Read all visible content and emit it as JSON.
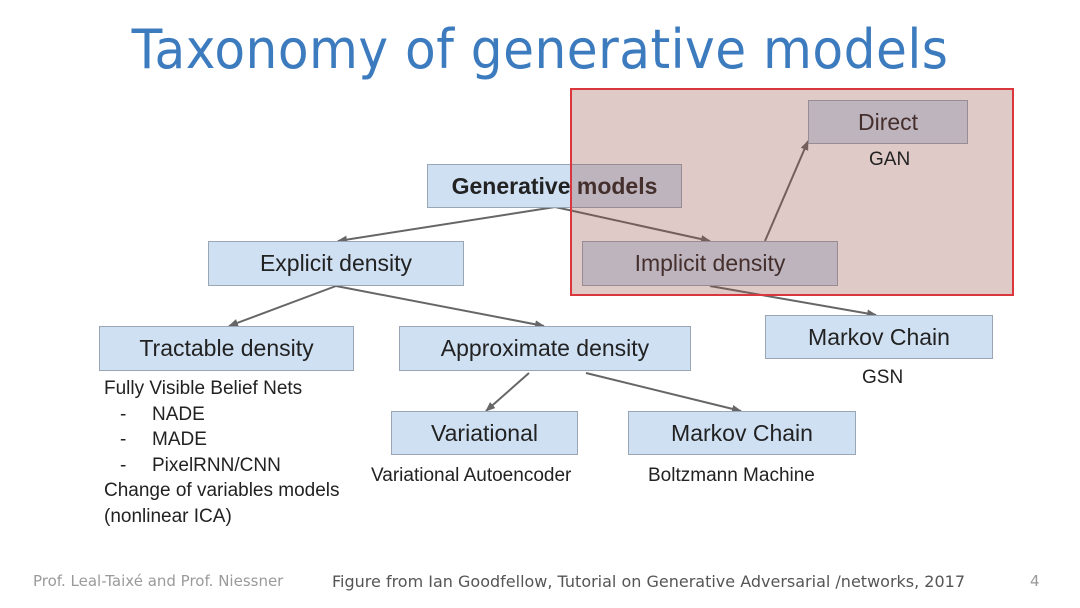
{
  "slide": {
    "title": "Taxonomy of generative models",
    "page_number": "4"
  },
  "diagram": {
    "root": "Generative models",
    "explicit": "Explicit density",
    "implicit": "Implicit density",
    "direct": "Direct",
    "direct_example": "GAN",
    "markov_implicit": "Markov Chain",
    "markov_implicit_example": "GSN",
    "tractable": "Tractable density",
    "approximate": "Approximate density",
    "variational": "Variational",
    "variational_example": "Variational Autoencoder",
    "markov_approx": "Markov Chain",
    "markov_approx_example": "Boltzmann Machine",
    "tractable_examples": {
      "fvbn": "Fully Visible Belief Nets",
      "items": [
        "NADE",
        "MADE",
        "PixelRNN/CNN"
      ],
      "dash": "-",
      "change_vars_1": "Change of variables models",
      "change_vars_2": "(nonlinear ICA)"
    },
    "highlight_color": "#d9363e",
    "box_color": "#cfe0f3"
  },
  "footer": {
    "authors": "Prof. Leal-Taixé and Prof. Niessner",
    "citation": "Figure from Ian Goodfellow, Tutorial on Generative Adversarial /networks, 2017"
  }
}
